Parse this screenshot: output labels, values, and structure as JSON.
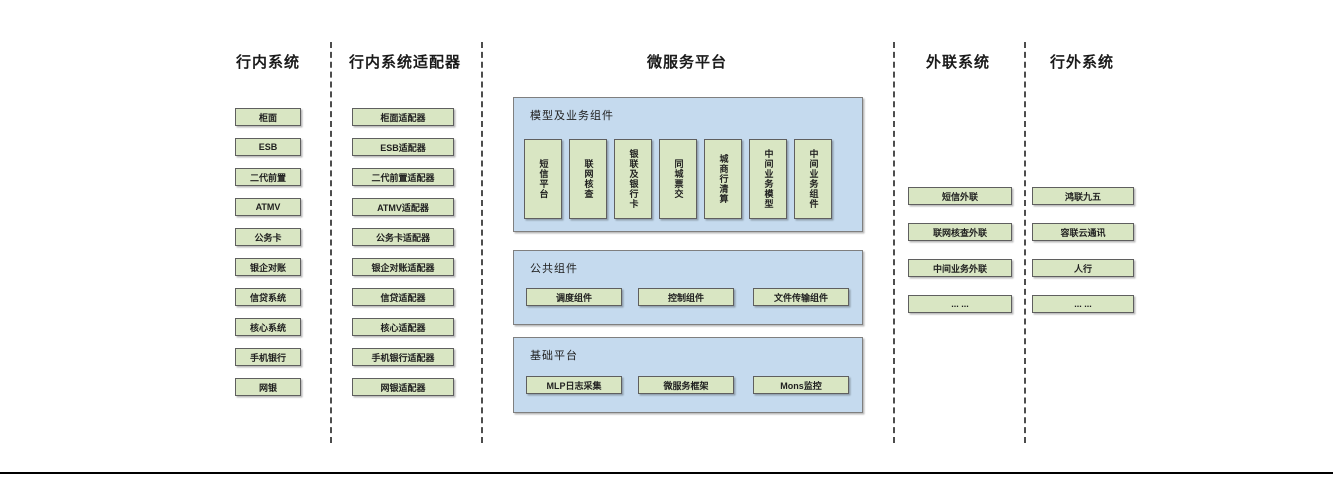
{
  "columns": [
    {
      "title": "行内系统",
      "items": [
        "柜面",
        "ESB",
        "二代前置",
        "ATMV",
        "公务卡",
        "银企对账",
        "信贷系统",
        "核心系统",
        "手机银行",
        "网银"
      ]
    },
    {
      "title": "行内系统适配器",
      "items": [
        "柜面适配器",
        "ESB适配器",
        "二代前置适配器",
        "ATMV适配器",
        "公务卡适配器",
        "银企对账适配器",
        "信贷适配器",
        "核心适配器",
        "手机银行适配器",
        "网银适配器"
      ]
    },
    {
      "title": "微服务平台",
      "groups": [
        {
          "label": "模型及业务组件",
          "items": [
            "短信平台",
            "联网核查",
            "银联及银行卡",
            "同城票交",
            "城商行清算",
            "中间业务模型",
            "中间业务组件"
          ]
        },
        {
          "label": "公共组件",
          "items": [
            "调度组件",
            "控制组件",
            "文件传输组件"
          ]
        },
        {
          "label": "基础平台",
          "items": [
            "MLP日志采集",
            "微服务框架",
            "Mons监控"
          ]
        }
      ]
    },
    {
      "title": "外联系统",
      "items": [
        "短信外联",
        "联网核查外联",
        "中间业务外联",
        "... ..."
      ]
    },
    {
      "title": "行外系统",
      "items": [
        "鸿联九五",
        "容联云通讯",
        "人行",
        "... ..."
      ]
    }
  ],
  "colors": {
    "node_fill": "#d9e6c3",
    "node_border": "#5f5f5f",
    "panel_fill": "#c5daee",
    "panel_border": "#7f7f7f",
    "divider": "#4d4d4d",
    "bottom_rule": "#000000"
  }
}
